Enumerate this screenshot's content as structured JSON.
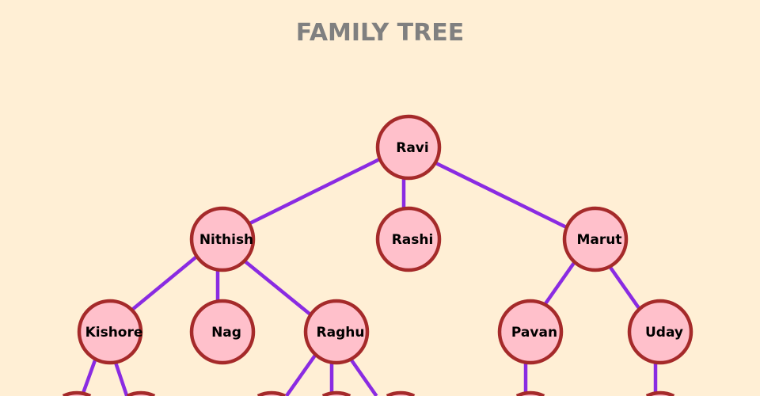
{
  "title": "FAMILY TREE",
  "colors": {
    "background": "#FFEFD5",
    "node_fill": "#FFC0CB",
    "node_stroke": "#A52A2A",
    "edge": "#8A2BE2",
    "title": "#808080"
  },
  "tree": {
    "name": "Ravi",
    "children": [
      {
        "name": "Nithish",
        "children": [
          {
            "name": "Kishore",
            "children": [
              {
                "name": ""
              },
              {
                "name": ""
              }
            ]
          },
          {
            "name": "Nag"
          },
          {
            "name": "Raghu",
            "children": [
              {
                "name": ""
              },
              {
                "name": ""
              },
              {
                "name": ""
              }
            ]
          }
        ]
      },
      {
        "name": "Rashi"
      },
      {
        "name": "Marut",
        "children": [
          {
            "name": "Pavan",
            "children": [
              {
                "name": ""
              }
            ]
          },
          {
            "name": "Uday",
            "children": [
              {
                "name": ""
              }
            ]
          }
        ]
      }
    ]
  }
}
